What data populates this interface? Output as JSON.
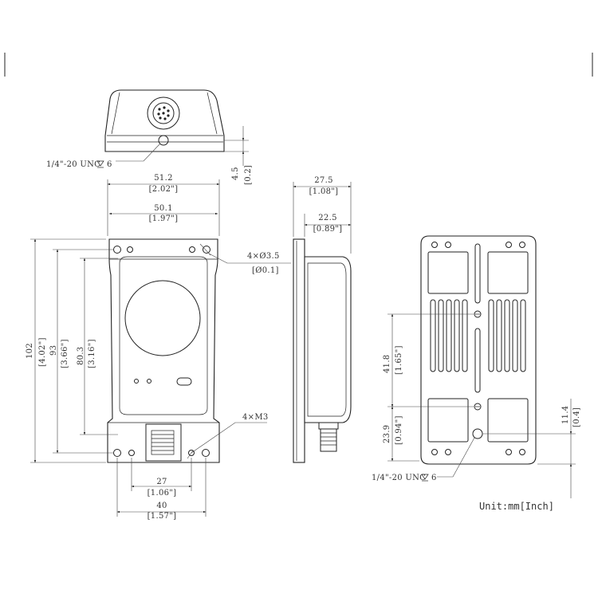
{
  "unit_label": "Unit:mm[Inch]",
  "views": {
    "top": {
      "thread_note": "1/4\"-20 UNC",
      "thread_depth": "6",
      "offset_mm": "4.5",
      "offset_in": "[0.2]"
    },
    "front": {
      "outer_width_mm": "51.2",
      "outer_width_in": "[2.02\"]",
      "inner_width_mm": "50.1",
      "inner_width_in": "[1.97\"]",
      "hole_note_mm": "4×Ø3.5",
      "hole_note_in": "[Ø0.1]",
      "screw_note": "4×M3",
      "height_total_mm": "102",
      "height_total_in": "[4.02\"]",
      "height_mid_mm": "93",
      "height_mid_in": "[3.66\"]",
      "height_inner_mm": "80.3",
      "height_inner_in": "[3.16\"]",
      "bottom_pitch_mm": "27",
      "bottom_pitch_in": "[1.06\"]",
      "bottom_span_mm": "40",
      "bottom_span_in": "[1.57\"]"
    },
    "side": {
      "depth_total_mm": "27.5",
      "depth_total_in": "[1.08\"]",
      "depth_body_mm": "22.5",
      "depth_body_in": "[0.89\"]"
    },
    "back": {
      "hole_spacing_mm": "41.8",
      "hole_spacing_in": "[1.65\"]",
      "hole_bottom_mm": "23.9",
      "hole_bottom_in": "[0.94\"]",
      "mount_offset_mm": "11.4",
      "mount_offset_in": "[0.4]",
      "thread_note": "1/4\"-20 UNC",
      "thread_depth": "6"
    }
  }
}
